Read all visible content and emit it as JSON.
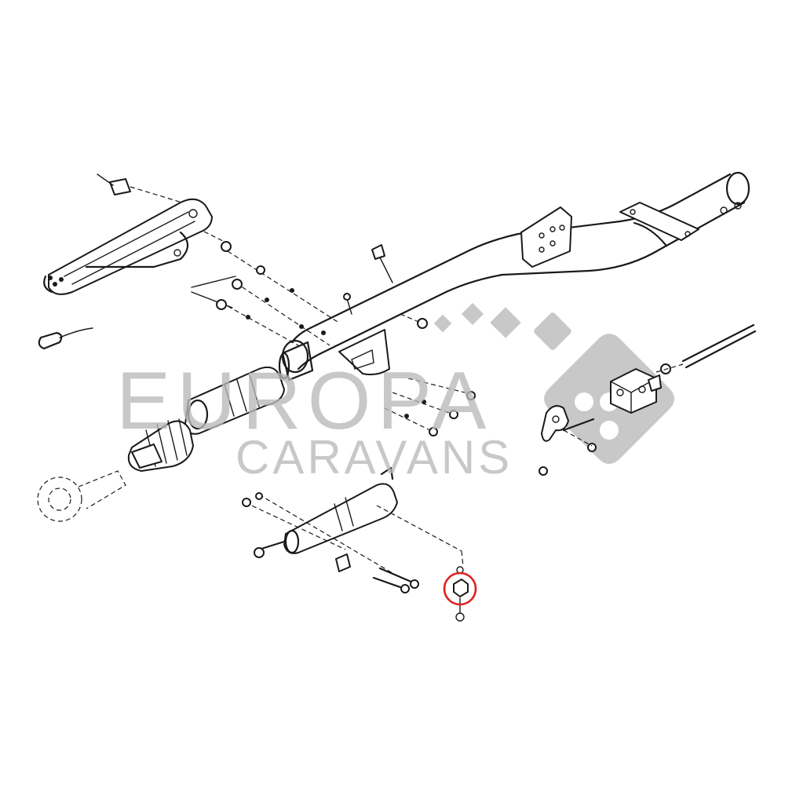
{
  "watermark": {
    "line1": "EUROPA",
    "line2": "CARAVANS",
    "color": "#b9b9b9"
  },
  "highlight": {
    "color": "#e02020",
    "target": "small-nut-part"
  },
  "line_color": "#1a1a1a"
}
